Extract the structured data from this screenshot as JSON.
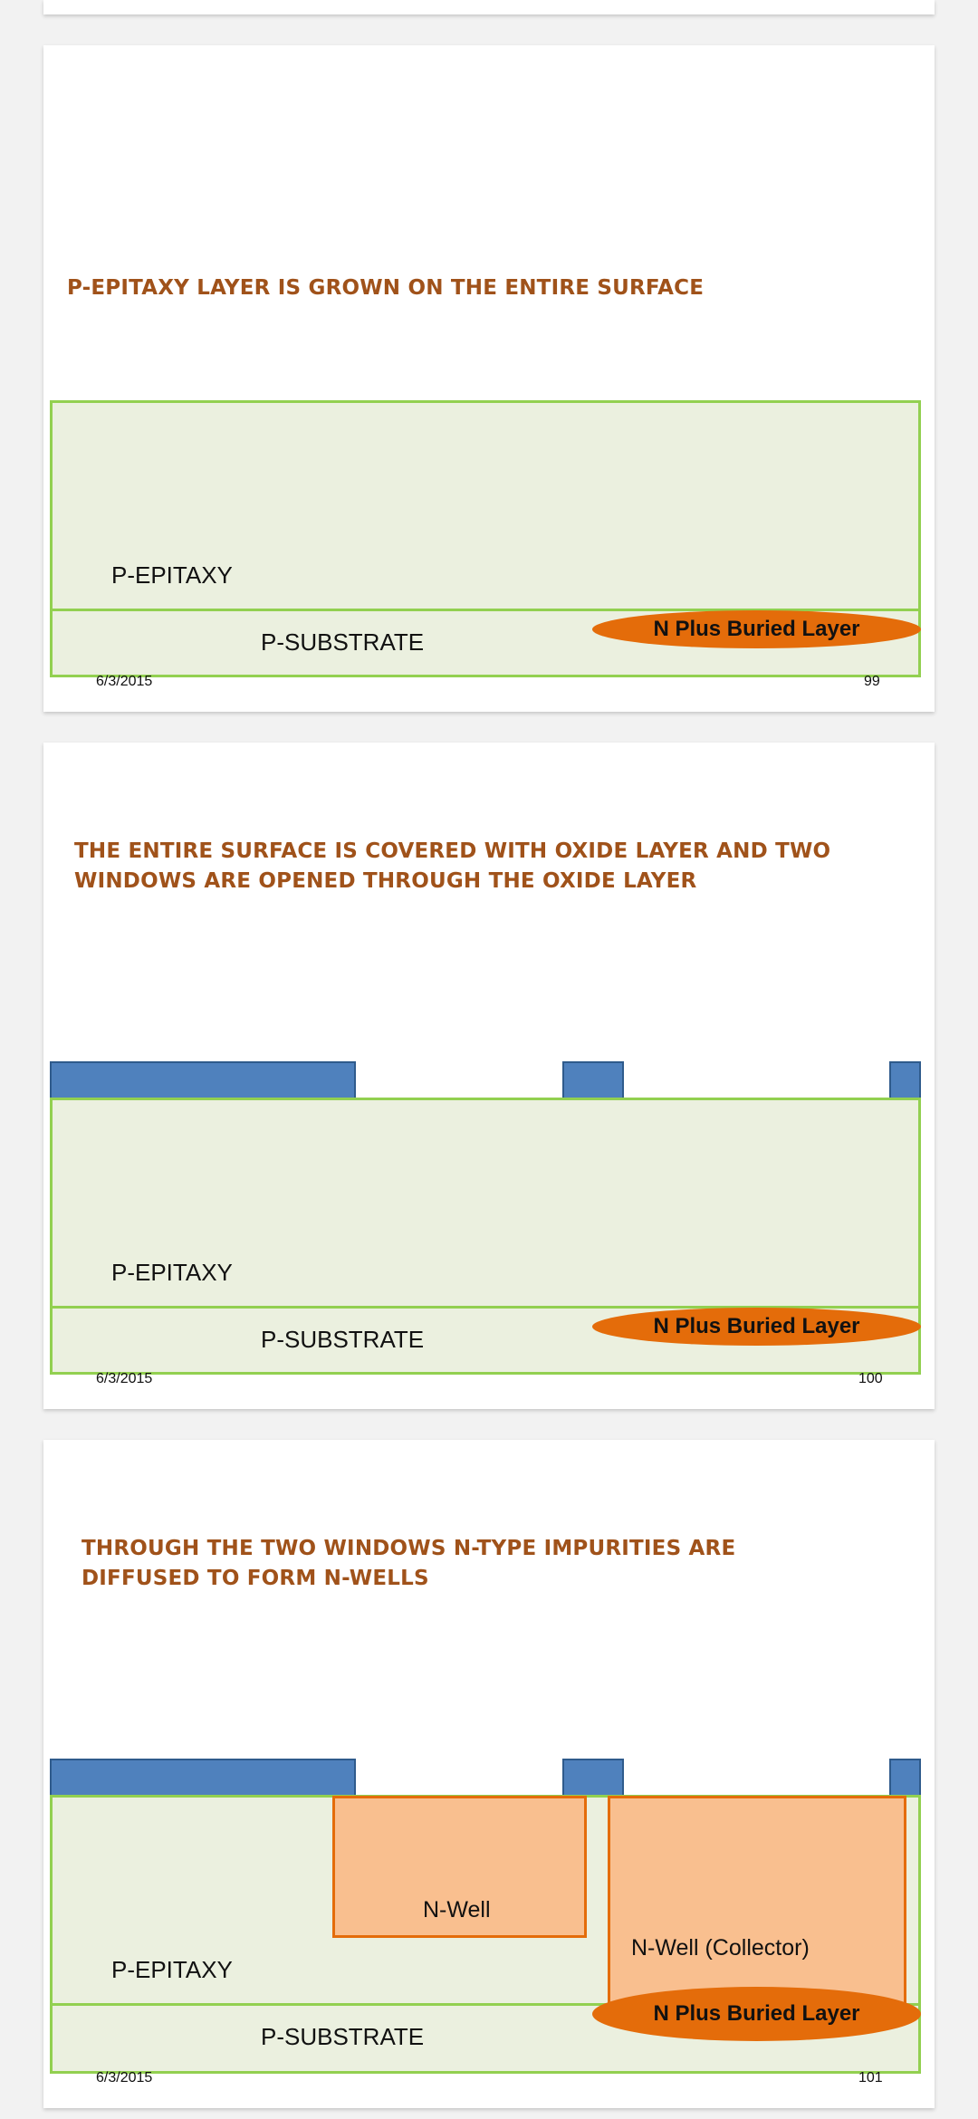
{
  "slides": [
    {
      "title": "P-EPITAXY LAYER IS GROWN ON THE ENTIRE SURFACE",
      "epitaxy_label": "P-EPITAXY",
      "substrate_label": "P-SUBSTRATE",
      "buried_label": "N Plus Buried Layer",
      "date": "6/3/2015",
      "page_number": "99"
    },
    {
      "title": "THE ENTIRE SURFACE IS COVERED WITH OXIDE LAYER AND TWO WINDOWS ARE OPENED THROUGH THE OXIDE LAYER",
      "epitaxy_label": "P-EPITAXY",
      "substrate_label": "P-SUBSTRATE",
      "buried_label": "N Plus Buried Layer",
      "date": "6/3/2015",
      "page_number": "100"
    },
    {
      "title": "THROUGH THE TWO WINDOWS N-TYPE IMPURITIES ARE DIFFUSED TO FORM N-WELLS",
      "epitaxy_label": "P-EPITAXY",
      "substrate_label": "P-SUBSTRATE",
      "buried_label": "N Plus Buried Layer",
      "nwell_label": "N-Well",
      "nwell_collector_label": "N-Well (Collector)",
      "date": "6/3/2015",
      "page_number": "101"
    }
  ],
  "colors": {
    "title": "#a0521a",
    "epitaxy_fill": "#ebf0df",
    "epitaxy_border": "#92d050",
    "oxide": "#4f81bd",
    "n_well": "#f9bf8f",
    "buried_layer": "#e46c0a"
  }
}
